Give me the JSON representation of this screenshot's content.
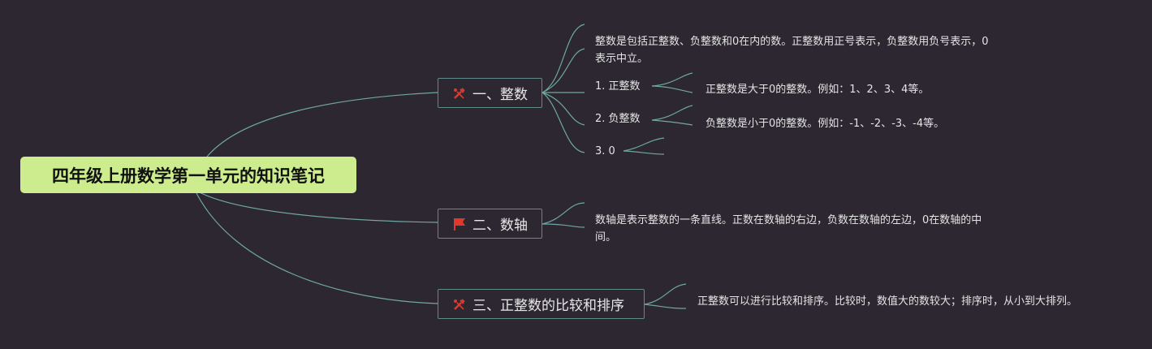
{
  "root": {
    "label": "四年级上册数学第一单元的知识笔记"
  },
  "colors": {
    "background": "#2c2730",
    "root": "#ccec8e",
    "line": "#6fa7a3",
    "icon": "#e0392c"
  },
  "topics": [
    {
      "label": "一、整数",
      "icon": "tools-icon",
      "children": [
        {
          "label": "整数是包括正整数、负整数和0在内的数。正整数用正号表示，负整数用负号表示，0表示中立。"
        },
        {
          "label": "1. 正整数",
          "children": [
            {
              "label": "正整数是大于0的整数。例如：1、2、3、4等。"
            }
          ]
        },
        {
          "label": "2. 负整数",
          "children": [
            {
              "label": "负整数是小于0的整数。例如：-1、-2、-3、-4等。"
            }
          ]
        },
        {
          "label": "3. 0"
        }
      ]
    },
    {
      "label": "二、数轴",
      "icon": "flag-icon",
      "children": [
        {
          "label": "数轴是表示整数的一条直线。正数在数轴的右边，负数在数轴的左边，0在数轴的中间。"
        }
      ]
    },
    {
      "label": "三、正整数的比较和排序",
      "icon": "tools-icon",
      "children": [
        {
          "label": "正整数可以进行比较和排序。比较时，数值大的数较大；排序时，从小到大排列。"
        }
      ]
    }
  ]
}
